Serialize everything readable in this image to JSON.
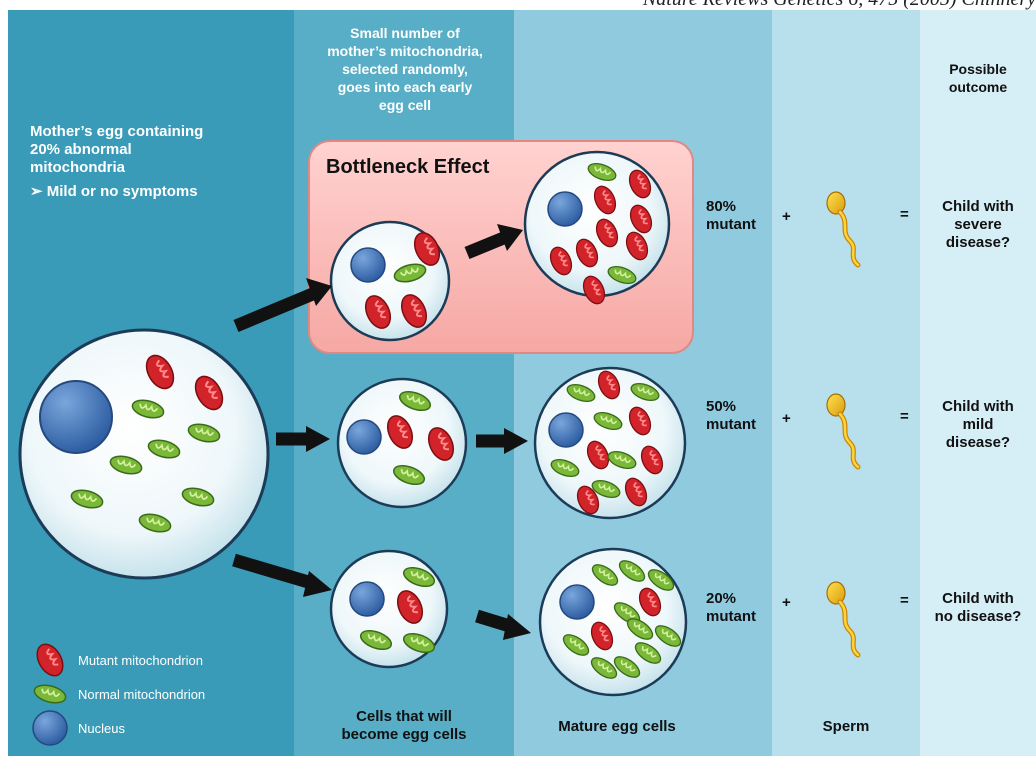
{
  "header_fragment": "Nature Reviews Genetics 6, 475 (2005) Chinnery",
  "mother_egg": {
    "line1": "Mother’s egg containing",
    "line2": "20% abnormal",
    "line3": "mitochondria",
    "symptom": "➢  Mild or no symptoms"
  },
  "small_number": [
    "Small number of",
    "mother’s mitochondria,",
    "selected randomly,",
    "goes into each early",
    "egg cell"
  ],
  "possible_outcome": [
    "Possible",
    "outcome"
  ],
  "bottleneck_title": "Bottleneck Effect",
  "rows": [
    {
      "mutant_pct": "80%",
      "mutant_word": "mutant",
      "plus": "+",
      "equals": "=",
      "outcome": [
        "Child with",
        "severe",
        "disease?"
      ]
    },
    {
      "mutant_pct": "50%",
      "mutant_word": "mutant",
      "plus": "+",
      "equals": "=",
      "outcome": [
        "Child with",
        "mild",
        "disease?"
      ]
    },
    {
      "mutant_pct": "20%",
      "mutant_word": "mutant",
      "plus": "+",
      "equals": "=",
      "outcome": [
        "Child with",
        "no disease?"
      ]
    }
  ],
  "bottom_labels": {
    "cells_become": [
      "Cells that will",
      "become egg cells"
    ],
    "mature": "Mature egg cells",
    "sperm": "Sperm"
  },
  "legend": {
    "mutant": "Mutant mitochondrion",
    "normal": "Normal mitochondrion",
    "nucleus": "Nucleus"
  },
  "colors": {
    "mutant": "#d2232a",
    "normal": "#7ab83a",
    "nucleus": "#3f72b8"
  }
}
